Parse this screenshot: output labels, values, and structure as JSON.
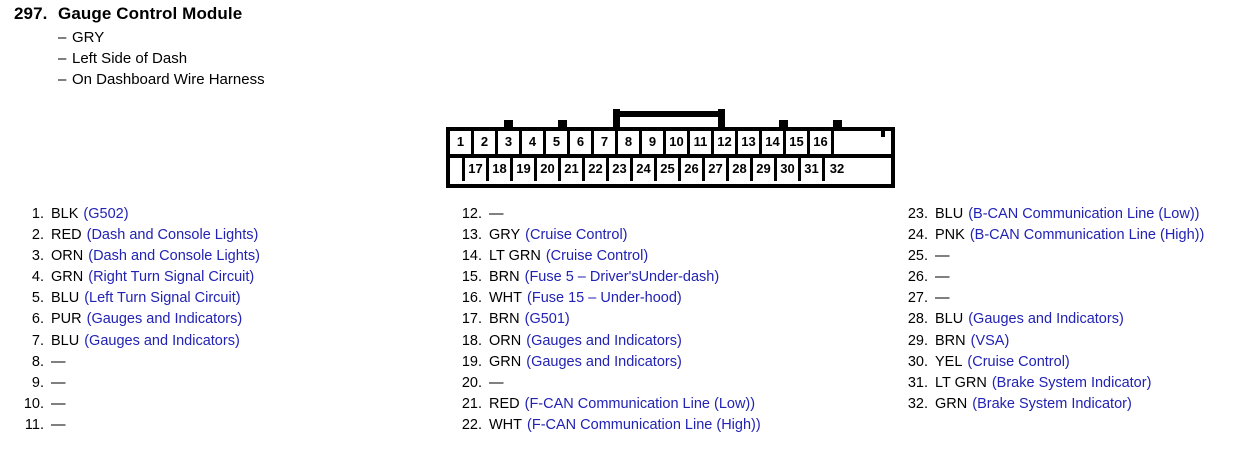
{
  "header": {
    "number": "297.",
    "title": "Gauge Control Module",
    "attributes": [
      {
        "dash": "–",
        "text": "GRY"
      },
      {
        "dash": "–",
        "text": "Left Side of Dash"
      },
      {
        "dash": "–",
        "text": "On Dashboard Wire Harness"
      }
    ]
  },
  "connector": {
    "name": "32-pin-connector",
    "top_row": [
      "1",
      "2",
      "3",
      "4",
      "5",
      "6",
      "7",
      "8",
      "9",
      "10",
      "11",
      "12",
      "13",
      "14",
      "15",
      "16"
    ],
    "bottom_row": [
      "17",
      "18",
      "19",
      "20",
      "21",
      "22",
      "23",
      "24",
      "25",
      "26",
      "27",
      "28",
      "29",
      "30",
      "31",
      "32"
    ],
    "latch_label": "latch-tab"
  },
  "colors": {
    "description_blue": "#2222b4",
    "text_black": "#000000",
    "connector_outline": "#000000",
    "background": "#ffffff"
  },
  "pins": {
    "column_1": [
      {
        "index": "1.",
        "color": "BLK",
        "desc": "(G502)"
      },
      {
        "index": "2.",
        "color": "RED",
        "desc": "(Dash and Console Lights)"
      },
      {
        "index": "3.",
        "color": "ORN",
        "desc": "(Dash and Console Lights)"
      },
      {
        "index": "4.",
        "color": "GRN",
        "desc": "(Right Turn Signal Circuit)"
      },
      {
        "index": "5.",
        "color": "BLU",
        "desc": "(Left Turn Signal Circuit)"
      },
      {
        "index": "6.",
        "color": "PUR",
        "desc": "(Gauges and Indicators)"
      },
      {
        "index": "7.",
        "color": "BLU",
        "desc": "(Gauges and Indicators)"
      },
      {
        "index": "8.",
        "color": "—",
        "desc": ""
      },
      {
        "index": "9.",
        "color": "—",
        "desc": ""
      },
      {
        "index": "10.",
        "color": "—",
        "desc": ""
      },
      {
        "index": "11.",
        "color": "—",
        "desc": ""
      }
    ],
    "column_2": [
      {
        "index": "12.",
        "color": "—",
        "desc": ""
      },
      {
        "index": "13.",
        "color": "GRY",
        "desc": "(Cruise Control)"
      },
      {
        "index": "14.",
        "color": "LT GRN",
        "desc": "(Cruise Control)"
      },
      {
        "index": "15.",
        "color": "BRN",
        "desc": "(Fuse 5 – Driver'sUnder-dash)"
      },
      {
        "index": "16.",
        "color": "WHT",
        "desc": "(Fuse 15 – Under-hood)"
      },
      {
        "index": "17.",
        "color": "BRN",
        "desc": "(G501)"
      },
      {
        "index": "18.",
        "color": "ORN",
        "desc": "(Gauges and Indicators)"
      },
      {
        "index": "19.",
        "color": "GRN",
        "desc": "(Gauges and Indicators)"
      },
      {
        "index": "20.",
        "color": "—",
        "desc": ""
      },
      {
        "index": "21.",
        "color": "RED",
        "desc": "(F-CAN Communication Line (Low))"
      },
      {
        "index": "22.",
        "color": "WHT",
        "desc": "(F-CAN Communication Line (High))"
      }
    ],
    "column_3": [
      {
        "index": "23.",
        "color": "BLU",
        "desc": "(B-CAN Communication Line (Low))"
      },
      {
        "index": "24.",
        "color": "PNK",
        "desc": "(B-CAN Communication Line (High))"
      },
      {
        "index": "25.",
        "color": "—",
        "desc": ""
      },
      {
        "index": "26.",
        "color": "—",
        "desc": ""
      },
      {
        "index": "27.",
        "color": "—",
        "desc": ""
      },
      {
        "index": "28.",
        "color": "BLU",
        "desc": "(Gauges and Indicators)"
      },
      {
        "index": "29.",
        "color": "BRN",
        "desc": "(VSA)"
      },
      {
        "index": "30.",
        "color": "YEL",
        "desc": "(Cruise Control)"
      },
      {
        "index": "31.",
        "color": "LT GRN",
        "desc": "(Brake System Indicator)"
      },
      {
        "index": "32.",
        "color": "GRN",
        "desc": "(Brake System Indicator)"
      }
    ]
  }
}
